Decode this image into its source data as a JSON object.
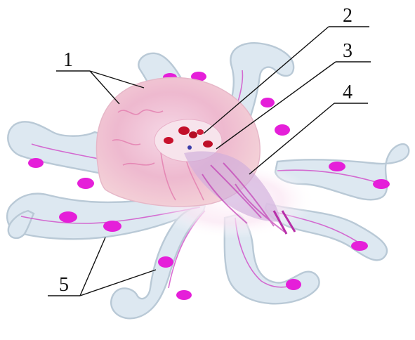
{
  "figure": {
    "callouts": [
      "1",
      "2",
      "3",
      "4",
      "5"
    ],
    "colors": {
      "tentacle_fill": "#dde8f1",
      "tentacle_edge": "#b9c9d6",
      "chamber_magenta": "#e51fd9",
      "mantle_pink": "#eeb0d4",
      "reservoir_red": "#c2102a",
      "line_black": "#111111"
    }
  }
}
